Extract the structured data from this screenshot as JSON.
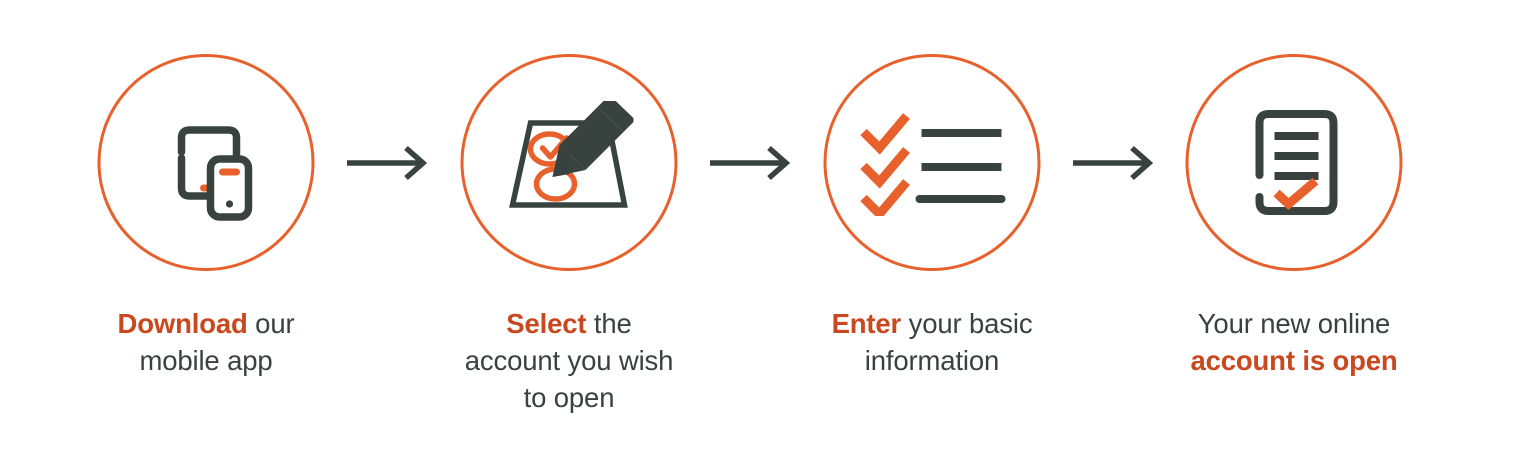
{
  "theme": {
    "accent_orange": "#E8612C",
    "text_orange": "#C8481F",
    "dark_slate": "#38423F",
    "background": "#FFFFFF"
  },
  "steps": [
    {
      "index": "1",
      "icon": "tablet-phone-icon",
      "caption": {
        "lines": [
          {
            "highlight": "Download",
            "rest": " our"
          },
          {
            "highlight": "",
            "rest": "mobile app"
          }
        ],
        "full_text": "Download our mobile app"
      }
    },
    {
      "index": "2",
      "icon": "form-pencil-icon",
      "caption": {
        "lines": [
          {
            "highlight": "Select",
            "rest": " the"
          },
          {
            "highlight": "",
            "rest": "account you wish"
          },
          {
            "highlight": "",
            "rest": "to open"
          }
        ],
        "full_text": "Select the account you wish to open"
      }
    },
    {
      "index": "3",
      "icon": "checklist-icon",
      "caption": {
        "lines": [
          {
            "highlight": "Enter",
            "rest": " your basic"
          },
          {
            "highlight": "",
            "rest": "information"
          }
        ],
        "full_text": "Enter your basic information"
      }
    },
    {
      "index": "4",
      "icon": "signed-document-icon",
      "caption": {
        "lines": [
          {
            "highlight": "",
            "rest": "Your new online"
          },
          {
            "highlight": "account is open",
            "rest": ""
          }
        ],
        "full_text": "Your new online account is open"
      }
    }
  ],
  "arrows": [
    {
      "name": "arrow-right-icon-1"
    },
    {
      "name": "arrow-right-icon-2"
    },
    {
      "name": "arrow-right-icon-3"
    }
  ]
}
